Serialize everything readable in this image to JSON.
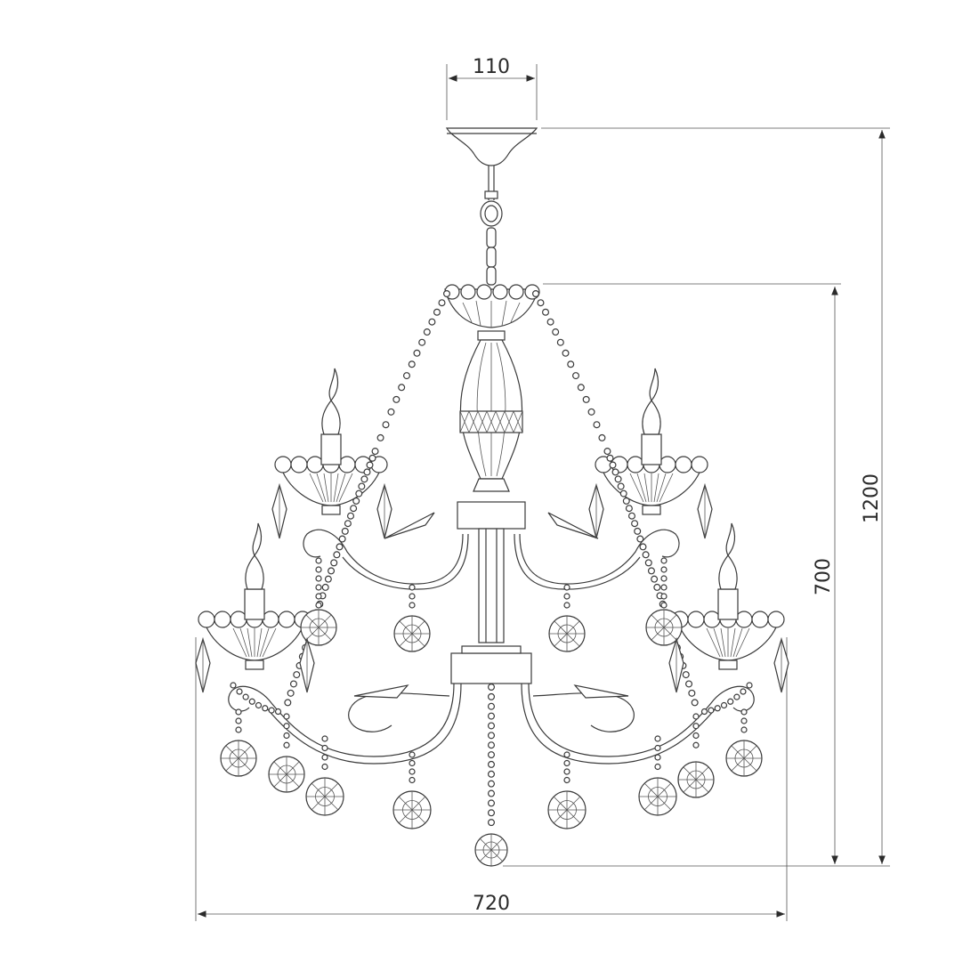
{
  "dimensions": {
    "canopy_width": "110",
    "total_height": "1200",
    "body_height": "700",
    "overall_width": "720"
  },
  "colors": {
    "line": "#3a3a3a",
    "background": "#ffffff"
  }
}
